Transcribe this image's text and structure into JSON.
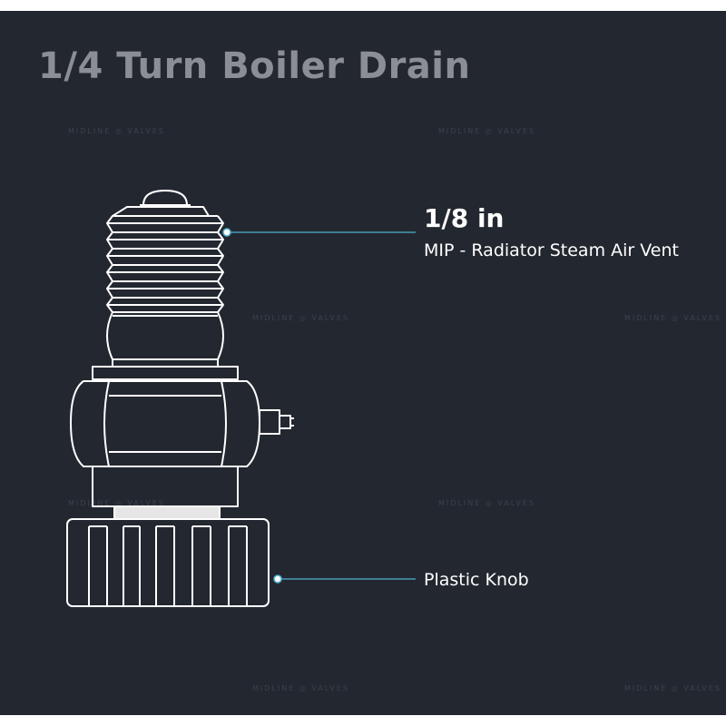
{
  "title": "1/4 Turn Boiler Drain",
  "callouts": {
    "thread": {
      "size": "1/8 in",
      "description": "MIP - Radiator Steam Air Vent"
    },
    "knob": {
      "label": "Plastic Knob"
    }
  },
  "watermark": {
    "text": "MIDLINE ◎ VALVES"
  },
  "colors": {
    "background": "#232730",
    "title": "#8b8f95",
    "line_art": "#ffffff",
    "leader": "#4fb3cf",
    "watermark": "#3c414b"
  }
}
